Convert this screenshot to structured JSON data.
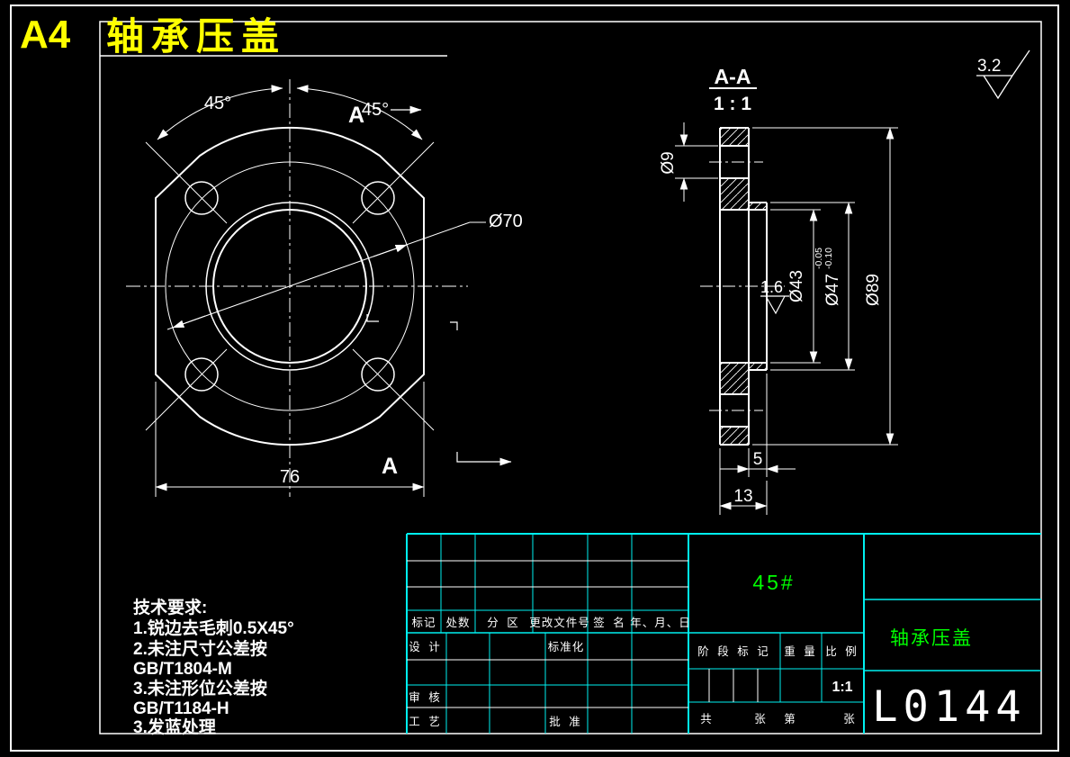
{
  "page": {
    "sheet_label": "A4",
    "title": "轴承压盖"
  },
  "colors": {
    "background": "#000000",
    "drawing_line": "#ffffff",
    "table_line": "#00f0f0",
    "accent_green": "#00ff00",
    "title_yellow": "#ffff00"
  },
  "section_header": {
    "name": "A-A",
    "scale": "1 : 1"
  },
  "surface_finish": {
    "global": "3.2",
    "bore": "1.6"
  },
  "front_view": {
    "angle_left": "45°",
    "angle_right": "45°",
    "bolt_circle_dia": "Ø70",
    "overall_width": "76",
    "section_mark": "A"
  },
  "section_view": {
    "hole_dia": "Ø9",
    "bore_dia": "Ø43",
    "boss_dia": "Ø47",
    "boss_tol_upper": "-0.05",
    "boss_tol_lower": "-0.10",
    "outer_dia": "Ø89",
    "boss_depth": "5",
    "total_thickness": "13"
  },
  "tech_requirements": {
    "title": "技术要求:",
    "lines": [
      "1.锐边去毛刺0.5X45°",
      "2.未注尺寸公差按",
      "GB/T1804-M",
      "3.未注形位公差按",
      "GB/T1184-H",
      "3.发蓝处理"
    ]
  },
  "title_block": {
    "revision_headers": [
      "标记",
      "处数",
      "分 区",
      "更改文件号",
      "签 名",
      "年、月、日"
    ],
    "roles": {
      "design": "设 计",
      "standardization": "标准化",
      "check": "审 核",
      "process": "工 艺",
      "approve": "批 准"
    },
    "stage_mark_label": "阶 段 标 记",
    "weight_label": "重 量",
    "scale_label": "比 例",
    "scale_value": "1:1",
    "sheet": {
      "total_label": "共",
      "sheet_word1": "张",
      "no_label": "第",
      "sheet_word2": "张"
    },
    "material": "45#",
    "part_name": "轴承压盖",
    "drawing_number": "L0144"
  }
}
